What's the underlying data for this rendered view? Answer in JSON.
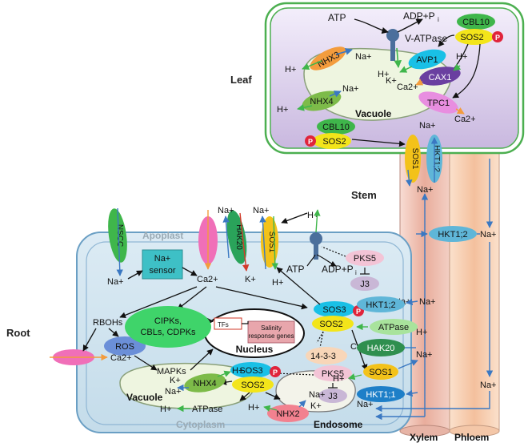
{
  "regions": {
    "leaf": "Leaf",
    "stem": "Stem",
    "root": "Root",
    "apoplast": "Apoplast",
    "cytoplasm": "Cytoplasm",
    "xylem": "Xylem",
    "phloem": "Phloem"
  },
  "leaf": {
    "atp": "ATP",
    "adp": "ADP+P",
    "adp_sub": "i",
    "vatpase": "V-ATPase",
    "cbl10": "CBL10",
    "sos2": "SOS2",
    "nhx3": "NHX3",
    "avp1": "AVP1",
    "cax1": "CAX1",
    "nhx4": "NHX4",
    "tpc1": "TPC1",
    "vacuole": "Vacuole",
    "k": "K+",
    "ca": "Ca2+",
    "na": "Na+",
    "h": "H+",
    "cbl10_b": "CBL10",
    "sos2_b": "SOS2"
  },
  "stem": {
    "sos1": "SOS1",
    "hkt12": "HKT1;2",
    "hkt12_b": "HKT1;2",
    "na": "Na+"
  },
  "root": {
    "nscc": "NSCC",
    "na_sensor_1": "Na+",
    "na_sensor_2": "sensor",
    "hak20": "HAK20",
    "sos1": "SOS1",
    "atp": "ATP",
    "adp": "ADP+P",
    "adp_sub": "i",
    "pks5": "PKS5",
    "j3": "J3",
    "rbohs": "RBOHs",
    "ros": "ROS",
    "cipks_1": "CIPKs,",
    "cipks_2": "CBLs, CDPKs",
    "tfs": "TFs",
    "salinity_1": "Salinity",
    "salinity_2": "response genes",
    "nucleus": "Nucleus",
    "mapks": "MAPKs",
    "sos3": "SOS3",
    "sos2": "SOS2",
    "p1433": "14-3-3",
    "pks5_b": "PKS5",
    "j3_b": "J3",
    "sos3_b": "SOS3",
    "sos2_b": "SOS2",
    "nhx4": "NHX4",
    "vacuole": "Vacuole",
    "atpase": "ATPase",
    "nhx2": "NHX2",
    "endosome": "Endosome",
    "hkt12": "HKT1;2",
    "atpase_b": "ATPase",
    "hak20_b": "HAK20",
    "sos1_b": "SOS1",
    "hkt11": "HKT1;1",
    "na": "Na+",
    "h": "H+",
    "k": "K+",
    "ca": "Ca2+"
  },
  "phospho": "P",
  "colors": {
    "leaf_border": "#4caf50",
    "root_fill": "#cfe3ee",
    "root_border": "#6a9fc4",
    "xylem": "#e8b2a3",
    "phloem": "#f4c7a8",
    "arrow_blue": "#3a78c2",
    "green": "#3fb64b",
    "orange": "#f39c3d",
    "yellow": "#f3e51a",
    "cyan": "#19c0e6",
    "phospho_red": "#e0243b"
  }
}
